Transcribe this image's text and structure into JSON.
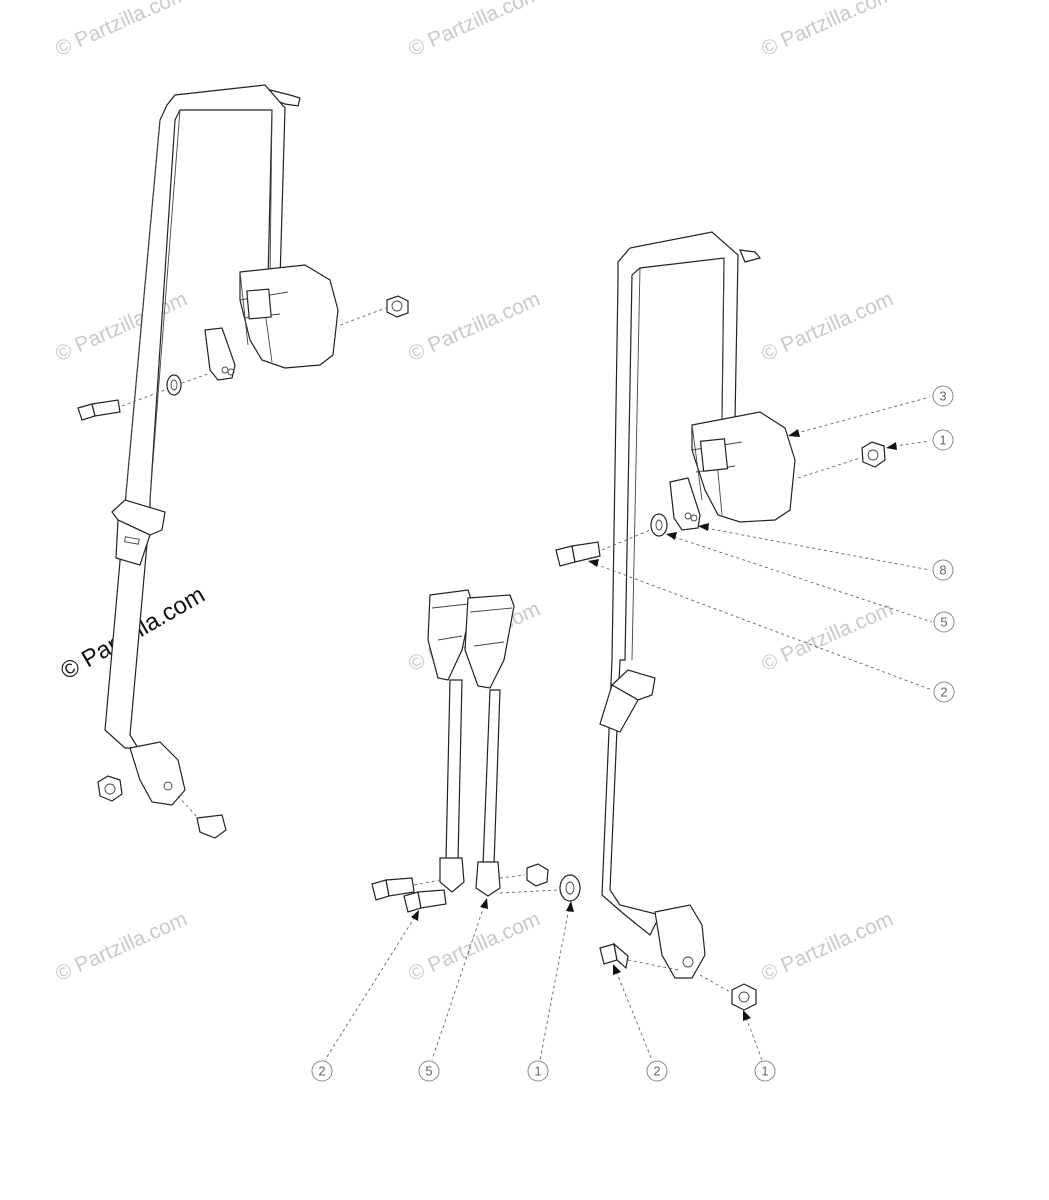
{
  "watermark": {
    "brand": "© Partzilla.com",
    "light_text": "© Partzilla.com"
  },
  "callouts": [
    {
      "id": "c-seatbelt-right",
      "label": "3"
    },
    {
      "id": "c-nut-right-top",
      "label": "1"
    },
    {
      "id": "c-plate-right",
      "label": "8"
    },
    {
      "id": "c-washer-right",
      "label": "5"
    },
    {
      "id": "c-bolt-right-top",
      "label": "2"
    },
    {
      "id": "c-bolt-center",
      "label": "2"
    },
    {
      "id": "c-buckle-center",
      "label": "5"
    },
    {
      "id": "c-washer-center",
      "label": "1"
    },
    {
      "id": "c-bolt-bottom-right",
      "label": "2"
    },
    {
      "id": "c-nut-bottom-right",
      "label": "1"
    }
  ]
}
